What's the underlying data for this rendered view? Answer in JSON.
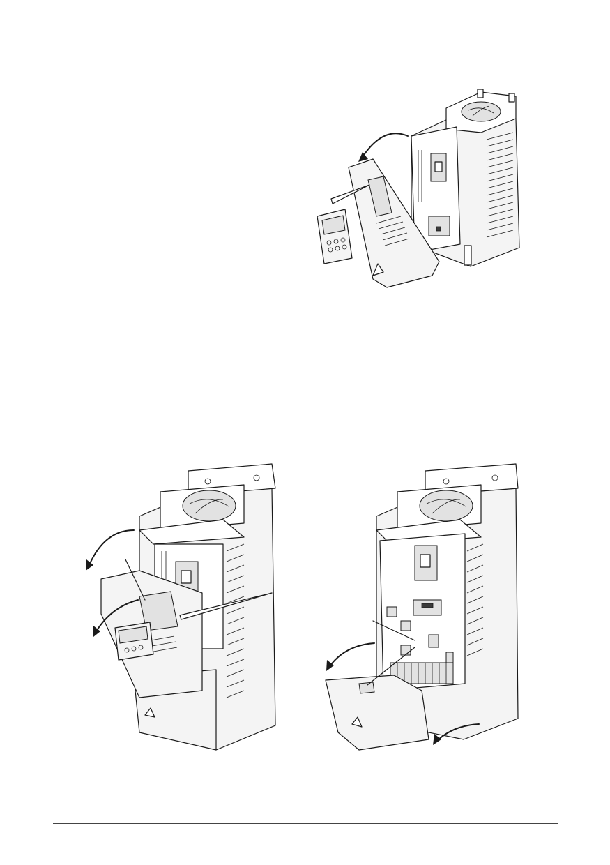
{
  "figures": [
    {
      "id": "fig-cover-and-panel-removal"
    },
    {
      "id": "fig-front-cover-tilt-out"
    },
    {
      "id": "fig-terminal-cover-removal"
    }
  ],
  "colors": {
    "line": "#1a1a1a",
    "housing": "#f4f4f4",
    "panel": "#e2e2e2",
    "rule": "#444444"
  },
  "icons": [
    "curved-arrow-icon",
    "pointer-line-icon",
    "control-panel-icon",
    "cooling-fan-icon"
  ]
}
